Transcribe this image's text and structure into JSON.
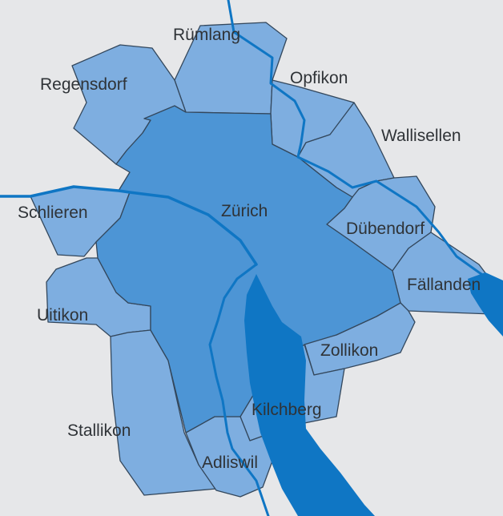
{
  "colors": {
    "background": "#e6e7e9",
    "zurich": "#4d95d5",
    "neighbours": "#7eaee0",
    "water": "#0f76c4",
    "border": "#33475c",
    "label": "#2f3337"
  },
  "map": {
    "municipalities": [
      {
        "id": "zurich",
        "name": "Zürich"
      },
      {
        "id": "regensdorf",
        "name": "Regensdorf"
      },
      {
        "id": "rumlang",
        "name": "Rümlang"
      },
      {
        "id": "opfikon",
        "name": "Opfikon"
      },
      {
        "id": "wallisellen",
        "name": "Wallisellen"
      },
      {
        "id": "schlieren",
        "name": "Schlieren"
      },
      {
        "id": "dubendorf",
        "name": "Dübendorf"
      },
      {
        "id": "fallanden",
        "name": "Fällanden"
      },
      {
        "id": "uitikon",
        "name": "Uitikon"
      },
      {
        "id": "zollikon",
        "name": "Zollikon"
      },
      {
        "id": "kilchberg",
        "name": "Kilchberg"
      },
      {
        "id": "stallikon",
        "name": "Stallikon"
      },
      {
        "id": "adliswil",
        "name": "Adliswil"
      }
    ],
    "water_bodies": [
      {
        "id": "lake-zurich",
        "type": "lake"
      },
      {
        "id": "limmat",
        "type": "river"
      },
      {
        "id": "glatt",
        "type": "river"
      },
      {
        "id": "sihl",
        "type": "river"
      },
      {
        "id": "lake-greifensee",
        "type": "lake"
      }
    ]
  }
}
